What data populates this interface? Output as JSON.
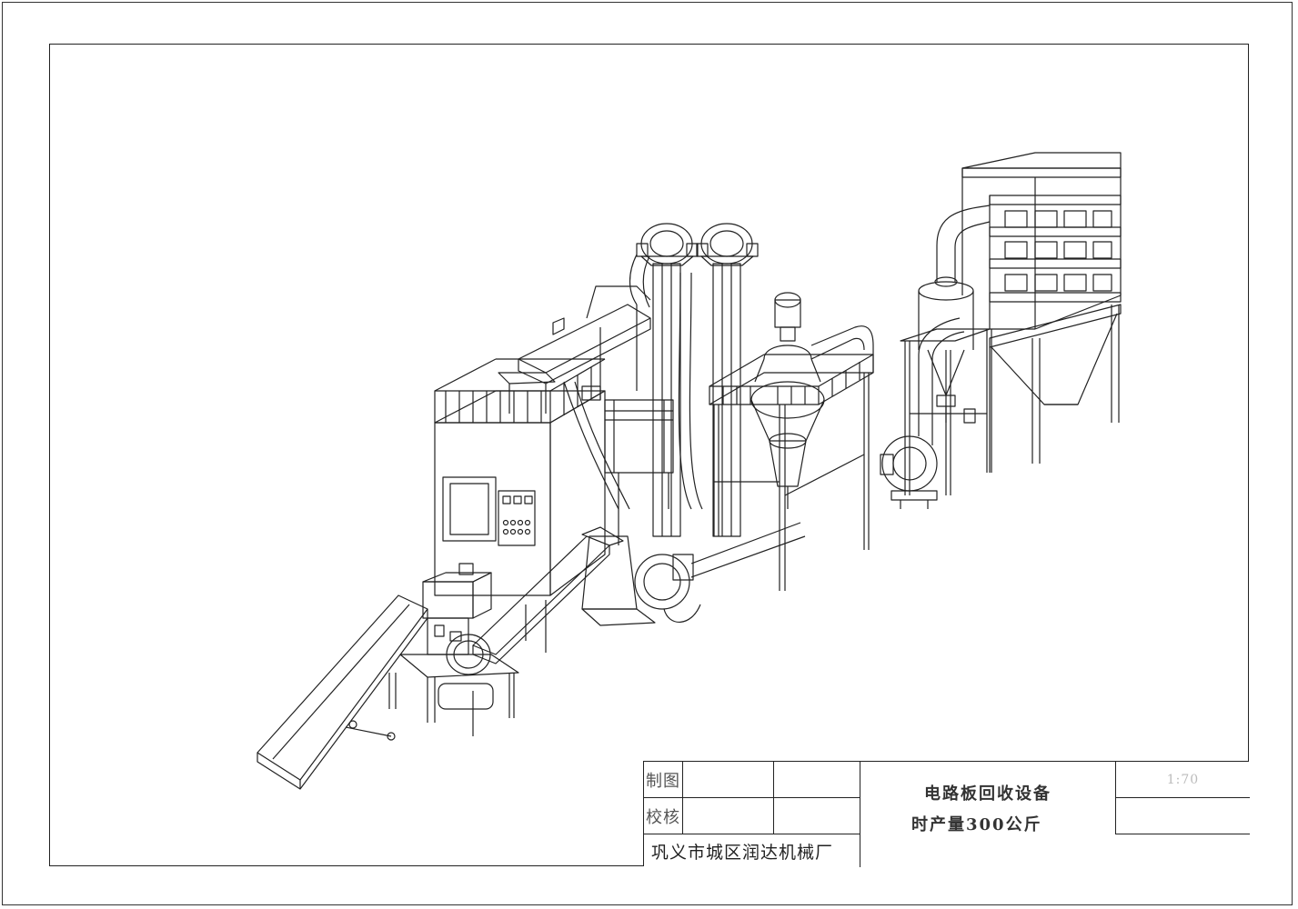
{
  "title_block": {
    "drafted_label": "制图",
    "checked_label": "校核",
    "drawing_title": "电路板回收设备",
    "capacity": "时产量300公斤",
    "factory": "巩义市城区润达机械厂",
    "scale": "1:70"
  },
  "colors": {
    "line": "#222222",
    "background": "#ffffff"
  }
}
